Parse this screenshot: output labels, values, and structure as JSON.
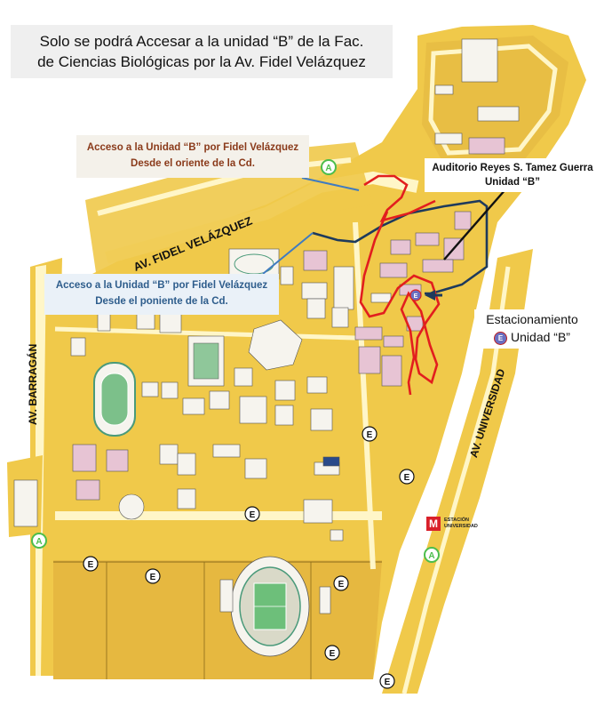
{
  "header": {
    "line1": "Solo se podrá Accesar a la unidad “B” de la Fac.",
    "line2": "de Ciencias Biológicas por la Av. Fidel Velázquez"
  },
  "callouts": {
    "oriente_line1": "Acceso a la Unidad  “B” por Fidel Velázquez",
    "oriente_line2": "Desde el oriente de la Cd.",
    "poniente_line1": "Acceso a la Unidad “B” por Fidel Velázquez",
    "poniente_line2": "Desde el poniente de la Cd.",
    "auditorio_line1": "Auditorio Reyes S. Tamez Guerra",
    "auditorio_line2": "Unidad “B”",
    "estac_line1": "Estacionamiento",
    "estac_line2": "Unidad “B”"
  },
  "streets": {
    "fidel": "AV. FIDEL VELÁZQUEZ",
    "barragan": "AV. BARRAGÁN",
    "universidad": "AV. UNIVERSIDAD"
  },
  "metro": {
    "letter": "M",
    "line1": "ESTACIÓN",
    "line2": "UNIVERSIDAD"
  },
  "markers": {
    "access": "A",
    "parking": "E"
  },
  "colors": {
    "campus": "#f0c94a",
    "campus_dark": "#e2b73e",
    "road": "#fff6c8",
    "building": "#f6f4ee",
    "building_pink": "#e7c4d4",
    "route_red": "#e21e1e",
    "route_blue": "#1e3a5c",
    "access_green": "#4cbd4c",
    "arrow_blue": "#3f7bc0"
  }
}
